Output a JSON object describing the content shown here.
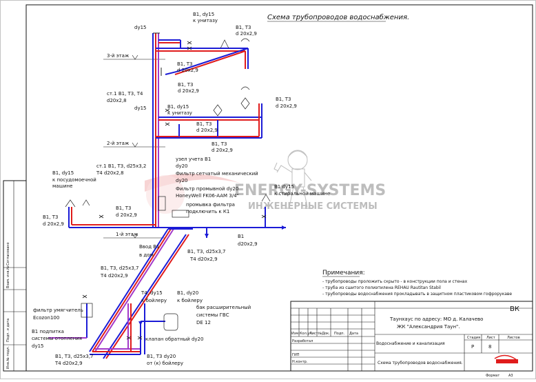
{
  "title": "Схема трубопроводов водоснабжения.",
  "floors": {
    "f3": "3-й этаж",
    "f2": "2-й этаж",
    "f1": "1-й этаж"
  },
  "labels": {
    "riser_dy15_top": "dy15",
    "b1_dy15_wc3": "В1, dy15",
    "to_wc3": "к унитазу",
    "b1t3_top": "В1, Т3",
    "d20x29_top": "d 20х2,9",
    "b1t3_f3a": "В1, Т3",
    "d20x29_f3a": "d 20х2,9",
    "b1t3_f3b": "В1, Т3",
    "d20x29_f3b": "d 20х2,9",
    "st1_left": "ст.1   В1, Т3,  Т4",
    "d20x28": "d20х2,8",
    "riser_dy15_f2": "dy15",
    "b1_dy15_wc2": "В1, dy15",
    "to_wc2": "к унитазу",
    "b1t3_f2right": "В1, Т3",
    "d20x29_f2right": "d 20х2,9",
    "b1t3_f2a": "В1, Т3",
    "d20x29_f2a": "d 20х2,9",
    "b1t3_f2b": "В1, Т3",
    "d20x29_f2b": "d 20х2,9",
    "b1_dy15_dish": "В1,  dy15",
    "to_dish": "к посудомоечной",
    "dish": "машине",
    "st1_f1": "ст.1   В1, Т3, d25х3,2",
    "t4_d20x28": "Т4   d20х2,8",
    "meter_node": "узел учета  В1",
    "meter_dy": "dy20",
    "filter_mech": "Фильтр сетчатый механический",
    "filter_mech_dy": "dy20",
    "filter_wash": "Фильтр промывной dy20",
    "filter_wash_brand": "HoneyWell FK06-AAM 3/4\"",
    "filter_flush1": "промывка фильтра",
    "filter_flush2": "подключить к К1",
    "b1_dy15_wash": "В1  dy15",
    "to_wash": "к стиральной машине",
    "b1t3_f1": "В1, Т3",
    "d20x29_f1": "d 20х2,9",
    "b1_main": "В1",
    "d20x29_main": "d20х2,9",
    "input_b1": "Ввод В1",
    "input_house": "в дом",
    "b1t3t4_f1": "В1, Т3, d25х3,7",
    "t4_d20x29_f1": "Т4   d20х2,9",
    "b1t3_d25_l": "В1, Т3, d25х3,7",
    "t4_d20x29_l": "Т4   d20х2,9",
    "t4_dy15": "Т4,  dy15",
    "to_boiler_t4": "к бойлеру",
    "b1_dy20": "В1,  dy20",
    "to_boiler_b1": "к бойлеру",
    "softener": "фильтр умягчитель",
    "softener_brand": "Ecozon100",
    "heating1": "В1 подпитка",
    "heating2": "системы отопления",
    "heating_dy": "dy15",
    "exp_tank1": "бак расширительный",
    "exp_tank2": "системы ГВС",
    "exp_tank3": "DE 12",
    "check_valve": "клапан обратный dy20",
    "bottom_l1": "В1, Т3,  d25х3,7",
    "bottom_l2": "Т4   d20х2,9",
    "bottom_r1": "В1, Т3  dy20",
    "bottom_r2": "от (к) бойлеру"
  },
  "notes": {
    "heading": "Примечания:",
    "items": [
      "- трубопроводы проложить скрыто - в конструкции пола и стенах",
      "- труба из сшитого полиэтилена REHAU Rautitan Stabil",
      "- трубопроводы водоснабжения прокладывать в защитном пластиковом гофрорукаве"
    ]
  },
  "watermark": {
    "brand": "ENERGY-SYSTEMS",
    "subtitle": "ИНЖЕНЕРНЫЕ СИСТЕМЫ"
  },
  "title_block": {
    "code": "ВК",
    "address1": "Таунхаус по адресу: МО д. Калачево",
    "address2": "ЖК \"Александрия Таун\".",
    "section": "Водоснабжение и канализация",
    "sheet_title": "Схема трубопроводов водоснабжения.",
    "col_headers": [
      "Изм.",
      "Кол.уч.",
      "Лист",
      "№Док.",
      "Подп.",
      "Дата"
    ],
    "roles": [
      "Разработал",
      "ГИП",
      "Н.контр."
    ],
    "stage_label": "Стадия",
    "sheet_label": "Лист",
    "sheets_label": "Листов",
    "stage_value": "Р",
    "sheet_value": "8",
    "format_label": "Формат",
    "format_value": "А3",
    "side_stamp": [
      "Согласовано",
      "Взам. инв.№",
      "Подп. и дата",
      "Инв.№ подл."
    ]
  }
}
